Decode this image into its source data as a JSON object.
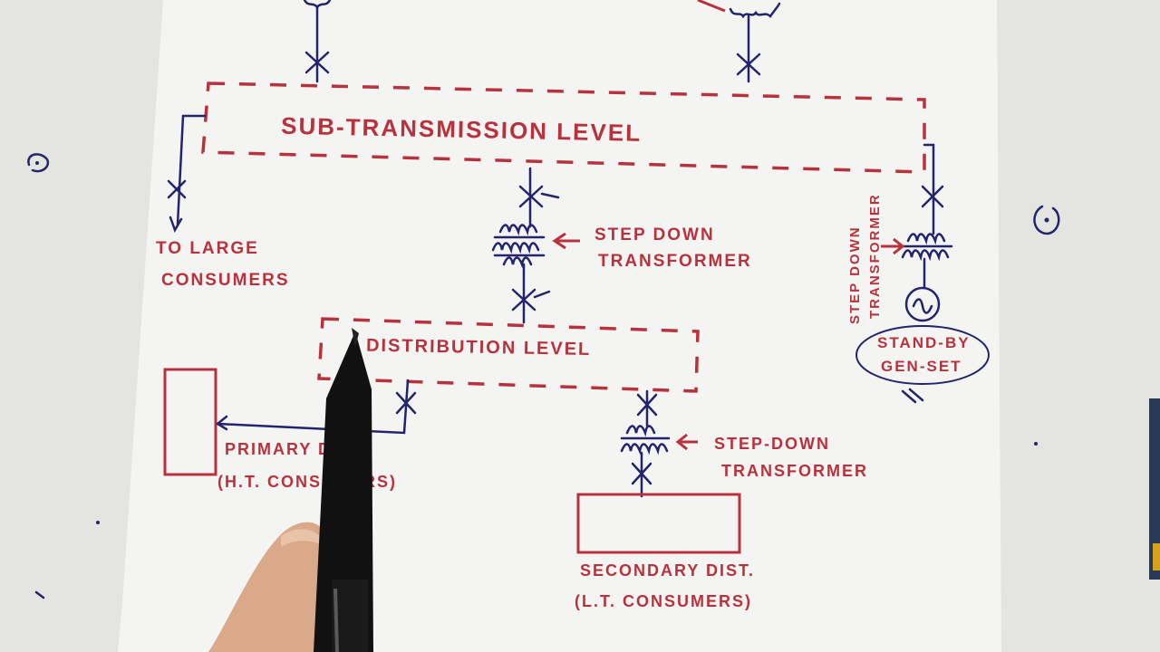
{
  "colors": {
    "paper": "#f3f3f1",
    "wall": "#e6e6e3",
    "red_ink": "#b8323e",
    "blue_ink": "#23236e"
  },
  "labels": {
    "sub_transmission": "SUB-TRANSMISSION LEVEL",
    "large_consumers_line1": "TO LARGE",
    "large_consumers_line2": "CONSUMERS",
    "step_down_line1": "STEP DOWN",
    "step_down_line2": "TRANSFORMER",
    "step_down_vertical_line1": "STEP DOWN",
    "step_down_vertical_line2": "TRANSFORMER",
    "standby_line1": "STAND-BY",
    "standby_line2": "GEN-SET",
    "distribution": "DISTRIBUTION LEVEL",
    "primary_line1": "PRIMARY DIST.",
    "primary_line2": "(H.T. CONSUMERS)",
    "step_down2_line1": "STEP-DOWN",
    "step_down2_line2": "TRANSFORMER",
    "secondary_line1": "SECONDARY DIST.",
    "secondary_line2": "(L.T. CONSUMERS)"
  },
  "icons": {
    "circuit_breaker": "cross-mark",
    "transformer": "coil-pair",
    "generator": "circle-with-sine",
    "pen": "black-marker",
    "finger": "hand"
  }
}
